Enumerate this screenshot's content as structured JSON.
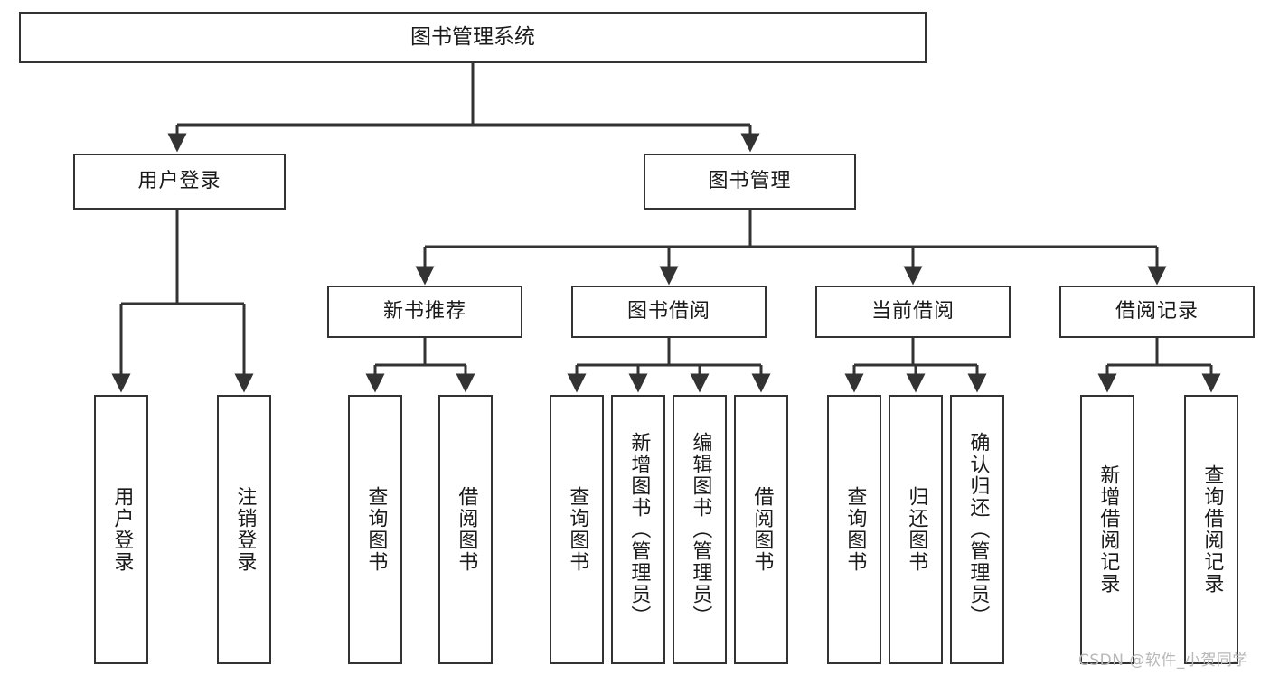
{
  "diagram": {
    "title": "图书管理系统",
    "watermark": "CSDN @软件_小贺同学",
    "stroke_color": "#333333",
    "fill_color": "#ffffff",
    "text_color": "#1a1a1a",
    "watermark_color": "#b8b8b8"
  },
  "nodes": {
    "root": {
      "label": "图书管理系统"
    },
    "level2": [
      {
        "label": "用户登录"
      },
      {
        "label": "图书管理"
      }
    ],
    "level3": [
      {
        "label": "新书推荐"
      },
      {
        "label": "图书借阅"
      },
      {
        "label": "当前借阅"
      },
      {
        "label": "借阅记录"
      }
    ],
    "leaves": {
      "user_login": [
        {
          "label": "用户登录"
        },
        {
          "label": "注销登录"
        }
      ],
      "new_book_recommend": [
        {
          "label": "查询图书"
        },
        {
          "label": "借阅图书"
        }
      ],
      "book_borrow": [
        {
          "label": "查询图书"
        },
        {
          "label": "新增图书（管理员）"
        },
        {
          "label": "编辑图书（管理员）"
        },
        {
          "label": "借阅图书"
        }
      ],
      "current_borrow": [
        {
          "label": "查询图书"
        },
        {
          "label": "归还图书"
        },
        {
          "label": "确认归还（管理员）"
        }
      ],
      "borrow_record": [
        {
          "label": "新增借阅记录"
        },
        {
          "label": "查询借阅记录"
        }
      ]
    }
  }
}
